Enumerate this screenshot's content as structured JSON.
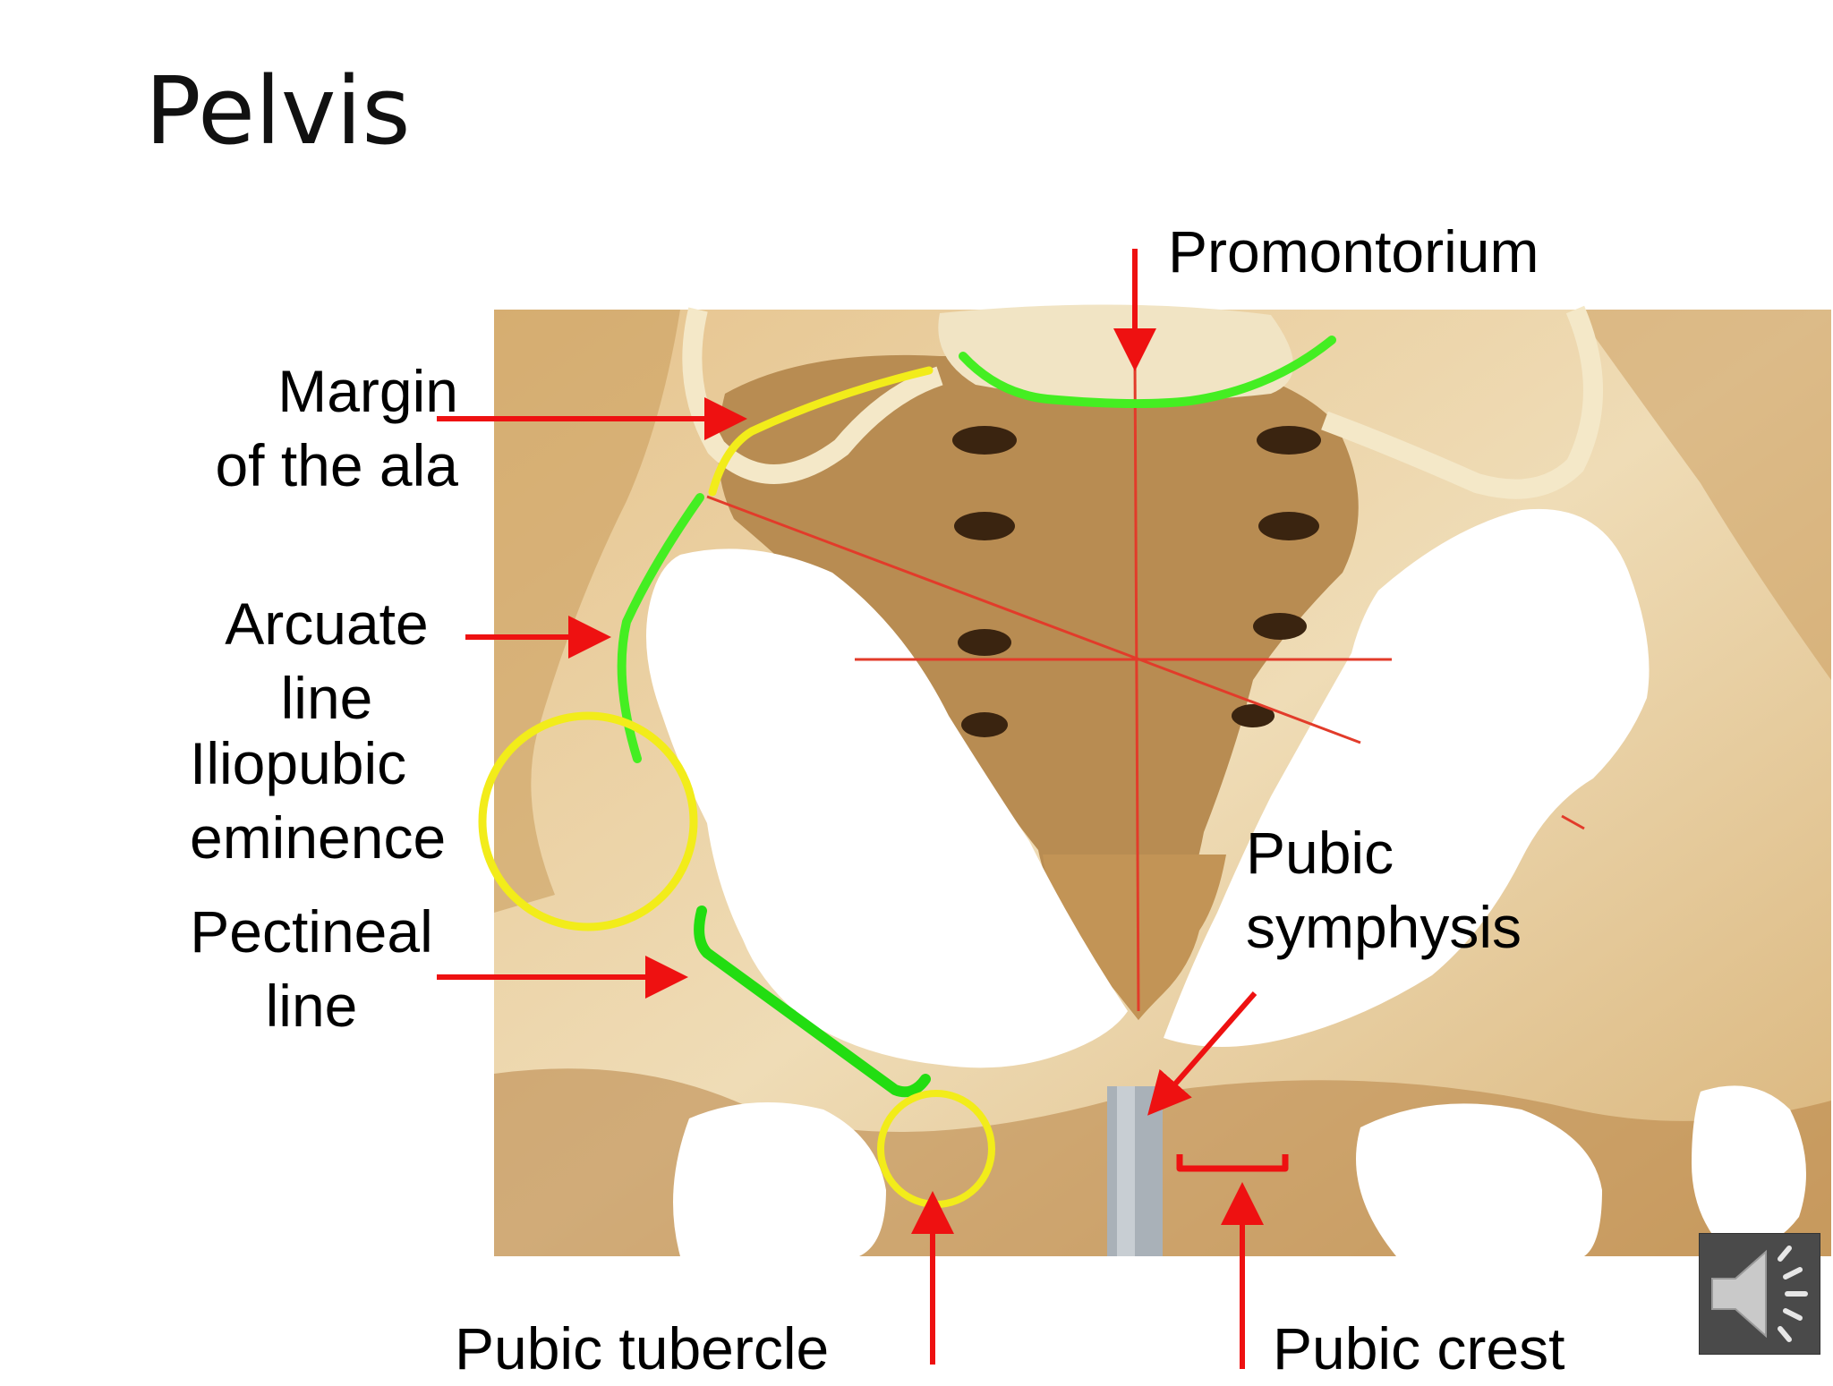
{
  "slide": {
    "title": "Pelvis"
  },
  "labels": {
    "promontorium": "Promontorium",
    "margin": [
      "Margin",
      "of the ala"
    ],
    "arcuate": [
      "Arcuate",
      "line"
    ],
    "iliopubic": [
      "Iliopubic",
      "eminence"
    ],
    "pectineal": [
      "Pectineal",
      "line"
    ],
    "pubic_symphysis": [
      "Pubic",
      "symphysis"
    ],
    "pubic_tubercle": "Pubic tubercle",
    "pubic_crest": "Pubic crest"
  },
  "colors": {
    "arrow": "#ee1111",
    "arcuate_line": "#44ee22",
    "ala_margin": "#f2ec1a",
    "circle": "#f2ec1a",
    "bone": "#e9d3a6",
    "bone_dark": "#a87432",
    "sacrum": "#b98d52",
    "symphysis": "#a9b1b8"
  },
  "icons": {
    "audio": "speaker-icon"
  }
}
